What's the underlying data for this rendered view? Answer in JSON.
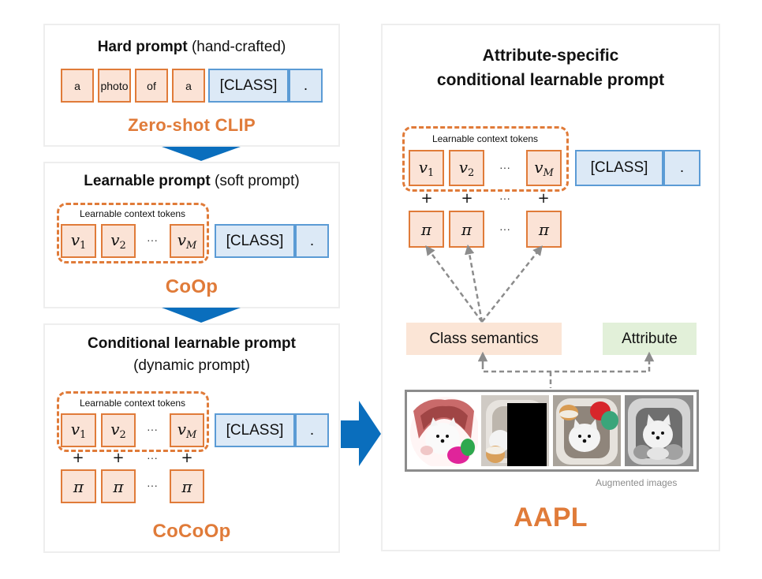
{
  "zero_shot": {
    "title_bold": "Hard prompt",
    "title_normal": " (hand-crafted)",
    "tokens": [
      "a",
      "photo",
      "of",
      "a"
    ],
    "class_token": "[CLASS]",
    "period_token": ".",
    "method": "Zero-shot CLIP"
  },
  "coop": {
    "title_bold": "Learnable prompt",
    "title_normal": " (soft prompt)",
    "context_label": "Learnable context tokens",
    "v1": "v",
    "v1_sub": "1",
    "v2": "v",
    "v2_sub": "2",
    "vM": "v",
    "vM_sub": "M",
    "ellipsis": "···",
    "class_token": "[CLASS]",
    "period_token": ".",
    "method": "CoOp"
  },
  "cocoop": {
    "title_bold": "Conditional learnable prompt",
    "title_normal": "(dynamic prompt)",
    "context_label": "Learnable context tokens",
    "v1": "v",
    "v1_sub": "1",
    "v2": "v",
    "v2_sub": "2",
    "vM": "v",
    "vM_sub": "M",
    "ellipsis": "···",
    "plus": "+",
    "pi": "π",
    "class_token": "[CLASS]",
    "period_token": ".",
    "method": "CoCoOp"
  },
  "aapl": {
    "title_line1": "Attribute-specific",
    "title_line2": "conditional learnable prompt",
    "context_label": "Learnable context tokens",
    "v1": "v",
    "v1_sub": "1",
    "v2": "v",
    "v2_sub": "2",
    "vM": "v",
    "vM_sub": "M",
    "ellipsis": "···",
    "plus": "+",
    "pi": "π",
    "class_token": "[CLASS]",
    "period_token": ".",
    "class_semantics": "Class semantics",
    "attribute": "Attribute",
    "augmented_caption": "Augmented images",
    "augmented_images": [
      "color-jitter",
      "cutout",
      "original",
      "grayscale"
    ],
    "method": "AAPL"
  },
  "colors": {
    "accent_orange": "#e07b39",
    "token_orange_fill": "#fbe3d6",
    "token_blue_fill": "#dce9f6",
    "token_blue_border": "#5b9bd5",
    "arrow_blue": "#0a6ebd",
    "class_semantics_fill": "#fbe5d6",
    "attribute_fill": "#e2f0d9",
    "dashed_gray": "#8c8c8c"
  }
}
